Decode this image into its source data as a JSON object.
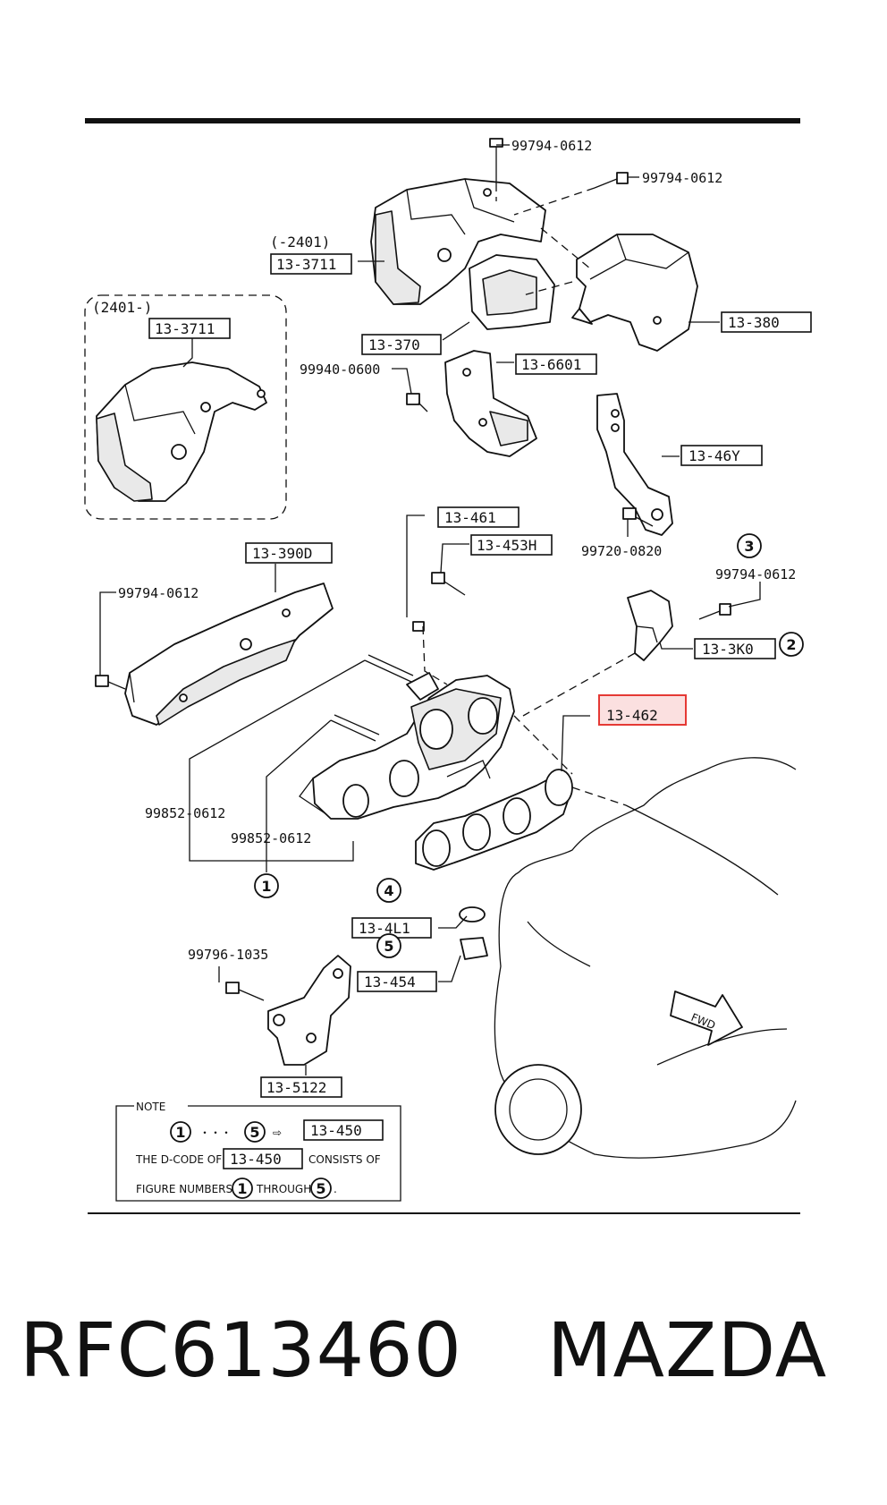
{
  "labels": {
    "bolt_top": "99794-0612",
    "bolt_top_right": "99794-0612",
    "range_old": "(-2401)",
    "p_3711_a": "13-3711",
    "range_new": "(2401-)",
    "p_3711_b": "13-3711",
    "p_370": "13-370",
    "p_380": "13-380",
    "bolt_0600": "99940-0600",
    "p_6601": "13-6601",
    "p_46y": "13-46Y",
    "bolt_0820": "99720-0820",
    "p_461": "13-461",
    "p_453h": "13-453H",
    "p_390d": "13-390D",
    "bolt_left": "99794-0612",
    "bolt_right3": "99794-0612",
    "p_3k0": "13-3K0",
    "p_462": "13-462",
    "stud_a": "99852-0612",
    "stud_b": "99852-0612",
    "p_4l1": "13-4L1",
    "p_454": "13-454",
    "bolt_1035": "99796-1035",
    "p_5122": "13-5122",
    "fwd": "FWD"
  },
  "circles": {
    "c1": "1",
    "c2": "2",
    "c3": "3",
    "c4": "4",
    "c5": "5"
  },
  "note": {
    "title": "NOTE",
    "line1_sep": "・・・",
    "line1_arrow": "⇨",
    "kit_code": "13-450",
    "line2_a": "THE D-CODE OF",
    "line2_code": "13-450",
    "line2_b": "CONSISTS OF",
    "line3_a": "FIGURE NUMBERS",
    "line3_b": "THROUGH",
    "line3_end": "."
  },
  "footer": {
    "part_number": "RFC613460",
    "brand": "MAZDA"
  },
  "colors": {
    "highlight": "#e53935",
    "highlight_fill": "#f8c7c7",
    "ink": "#111111"
  }
}
